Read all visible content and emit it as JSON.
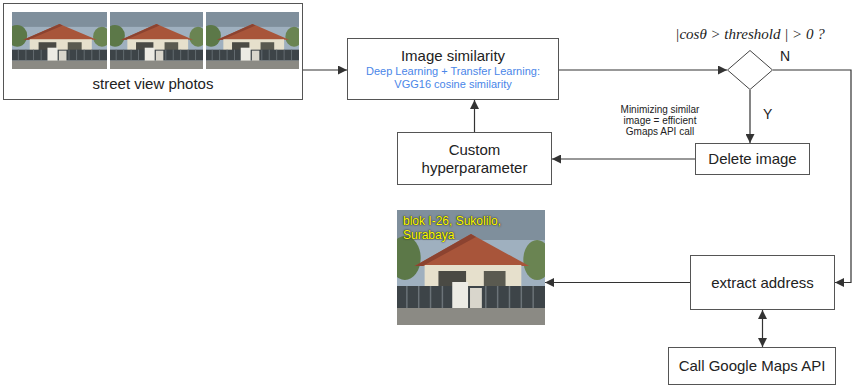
{
  "diagram": {
    "nodes": [
      {
        "text": [
          "street view photos"
        ]
      },
      {
        "text": [
          "Image similarity",
          "Deep Learning + Transfer Learning: VGG16 cosine similarity"
        ]
      },
      {
        "text": [
          "|cosθ > threshold | > 0 ?"
        ]
      },
      {
        "text": [
          "Custom hyperparameter"
        ]
      },
      {
        "text": [
          "Delete image"
        ]
      },
      {
        "text": [
          "blok I-26, Sukolilo, Surabaya"
        ]
      },
      {
        "text": [
          "extract address"
        ]
      },
      {
        "text": [
          "Call Google Maps API"
        ]
      }
    ],
    "edges": [
      {
        "from": 0,
        "to": 1,
        "arrow": "to"
      },
      {
        "from": 1,
        "to": 2,
        "arrow": "to"
      },
      {
        "from": 2,
        "to": 4,
        "arrow": "to",
        "label": "Y"
      },
      {
        "from": 4,
        "to": 3,
        "arrow": "to"
      },
      {
        "from": 3,
        "to": 1,
        "arrow": "to"
      },
      {
        "from": 2,
        "to": 6,
        "arrow": "to",
        "label": "N"
      },
      {
        "from": 6,
        "to": 5,
        "arrow": "to"
      },
      {
        "from": 6,
        "to": 7,
        "arrow": "both"
      }
    ],
    "labels": [
      "Minimizing similar image = efficient Gmaps API call"
    ]
  }
}
